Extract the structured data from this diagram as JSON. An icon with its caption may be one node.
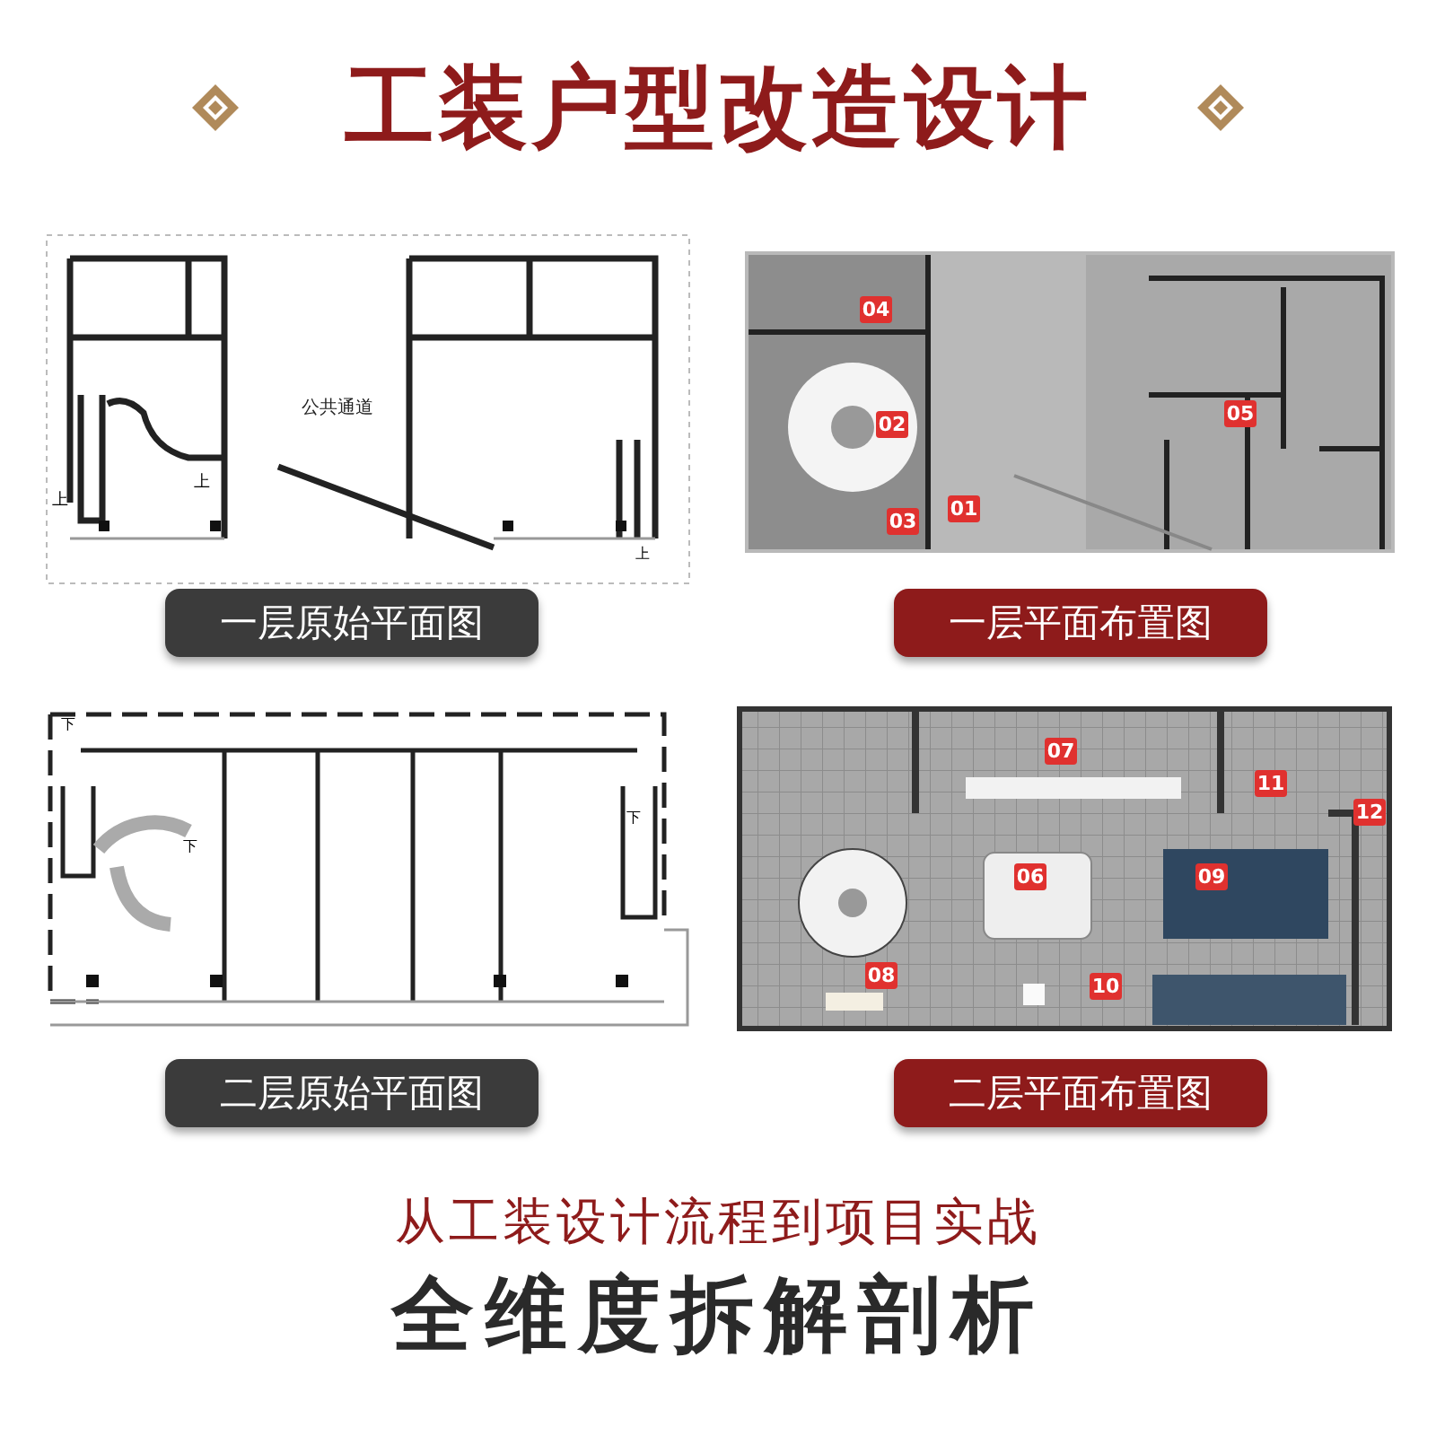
{
  "diagram": {
    "title": "工装户型改造设计",
    "nodes": [
      {
        "text": [
          "04"
        ]
      },
      {
        "text": [
          "05"
        ]
      },
      {
        "text": [
          "02"
        ]
      },
      {
        "text": [
          "01"
        ]
      },
      {
        "text": [
          "03"
        ]
      },
      {
        "text": [
          "一层原始平面图"
        ]
      },
      {
        "text": [
          "一层平面布置图"
        ]
      },
      {
        "text": [
          "07"
        ]
      },
      {
        "text": [
          "11"
        ]
      },
      {
        "text": [
          "12"
        ]
      },
      {
        "text": [
          "06"
        ]
      },
      {
        "text": [
          "09"
        ]
      },
      {
        "text": [
          "08"
        ]
      },
      {
        "text": [
          "10"
        ]
      },
      {
        "text": [
          "二层原始平面图"
        ]
      },
      {
        "text": [
          "二层平面布置图"
        ]
      }
    ],
    "edges": [],
    "labels": [
      "公共通道",
      "上",
      "上",
      "上",
      "下",
      "下",
      "下",
      "从工装设计流程到项目实战",
      "全维度拆解剖析"
    ]
  }
}
